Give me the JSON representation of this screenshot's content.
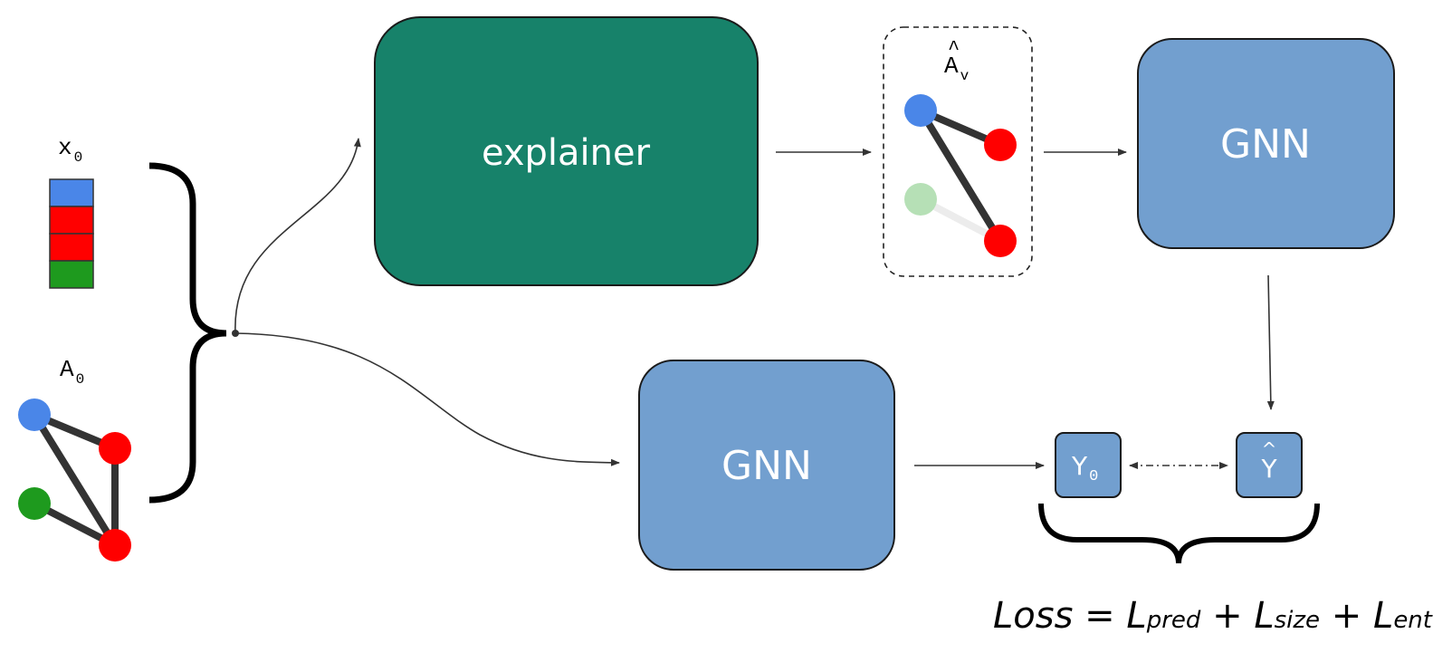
{
  "inputs": {
    "features_label_base": "x",
    "features_label_sub": "0",
    "feature_colors": [
      "#4a86e8",
      "#ff0000",
      "#ff0000",
      "#1e9a1e"
    ],
    "adjacency_label_base": "A",
    "adjacency_label_sub": "0"
  },
  "explainer": {
    "label": "explainer",
    "color": "#17826a"
  },
  "masked_graph": {
    "hat": "^",
    "label_base": "A",
    "label_sub": "v"
  },
  "gnn_top": {
    "label": "GNN",
    "color": "#729fcf"
  },
  "gnn_bottom": {
    "label": "GNN",
    "color": "#729fcf"
  },
  "outputs": {
    "y0_base": "Y",
    "y0_sub": "0",
    "yhat_hat": "^",
    "yhat_base": "Y"
  },
  "loss": {
    "prefix": "Loss = ",
    "term1_letter": "L",
    "term1_sub": "pred",
    "plus1": " + ",
    "term2_letter": "L",
    "term2_sub": "size",
    "plus2": " + ",
    "term3_letter": "L",
    "term3_sub": "ent"
  },
  "node_colors": {
    "blue": "#4a86e8",
    "red": "#ff0000",
    "green": "#1e9a1e",
    "light_green": "#b6e0b6"
  }
}
